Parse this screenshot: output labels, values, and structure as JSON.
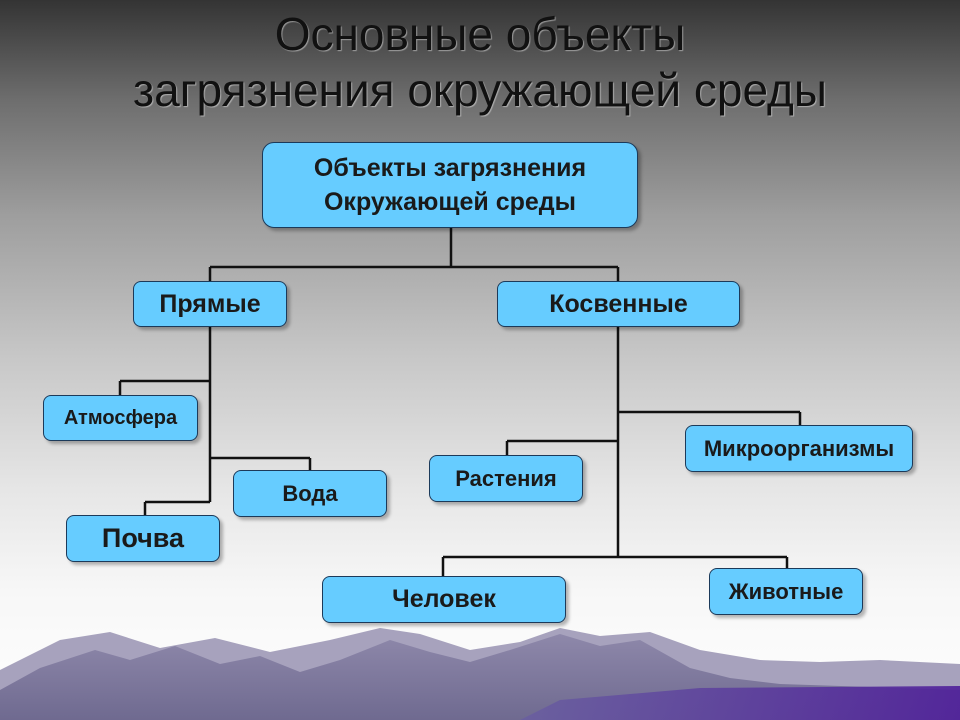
{
  "title": {
    "line1": "Основные объекты",
    "line2": "загрязнения окружающей среды"
  },
  "diagram": {
    "root": {
      "line1": "Объекты загрязнения",
      "line2": "Окружающей среды"
    },
    "direct": {
      "label": "Прямые",
      "children": [
        "Атмосфера",
        "Вода",
        "Почва"
      ]
    },
    "indirect": {
      "label": "Косвенные",
      "children": [
        "Микроорганизмы",
        "Растения",
        "Человек",
        "Животные"
      ]
    }
  },
  "colors": {
    "box_fill": "#66ccff",
    "box_border": "#1c3a5a",
    "connector": "#111111",
    "mountains": "#8b85a6",
    "ground": "#5a2ca0"
  }
}
